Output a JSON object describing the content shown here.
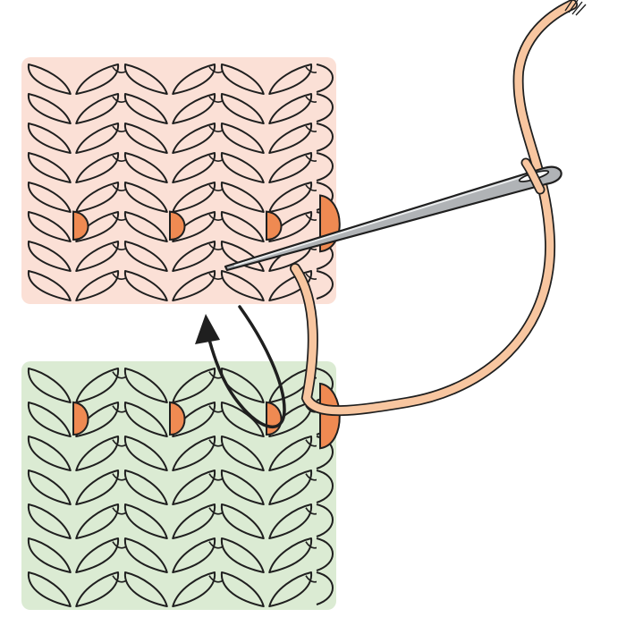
{
  "diagram": {
    "colors": {
      "background": "#ffffff",
      "outline": "#1f1f1f",
      "top_fabric": "#fbe0d6",
      "bottom_fabric": "#dbebd3",
      "marker": "#ef8a52",
      "yarn": "#f8c6a0",
      "needle": "#b0b3b6",
      "needle_highlight": "#eceeef"
    },
    "pieces": [
      {
        "id": "top-fabric-piece",
        "rows": 8,
        "columns": 3,
        "fill": "top_fabric"
      },
      {
        "id": "bottom-fabric-piece",
        "rows": 7,
        "columns": 3,
        "fill": "bottom_fabric"
      }
    ],
    "icons": {
      "needle": "tapestry-needle-icon",
      "arrow": "curved-arrow-icon",
      "yarn": "yarn-strand-icon"
    }
  }
}
